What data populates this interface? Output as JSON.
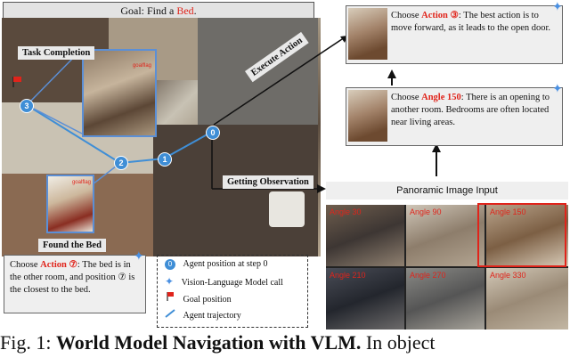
{
  "goal": {
    "prefix": "Goal: Find a ",
    "object": "Bed",
    "suffix": "."
  },
  "map_labels": {
    "task_completion": "Task Completion",
    "execute_action": "Execute Action",
    "getting_observation": "Getting Observation",
    "found_the_bed": "Found the Bed"
  },
  "nodes": [
    "0",
    "1",
    "2",
    "3"
  ],
  "callout_bottom": {
    "pre": "Choose ",
    "action": "Action ⑦",
    "post": ": The bed is in the other room, and position ⑦ is the closest to the bed."
  },
  "callout_top": {
    "pre": "Choose ",
    "action": "Action ③",
    "post": ": The best action is to move forward, as it leads to the open door."
  },
  "callout_mid": {
    "pre": "Choose ",
    "angle": "Angle 150",
    "post": ": There is an opening to another room. Bedrooms are often located near living areas."
  },
  "legend": {
    "agent_position": "Agent position at step 0",
    "agent_position_glyph": "0",
    "vlm_call": "Vision-Language Model call",
    "goal_position": "Goal position",
    "agent_trajectory": "Agent trajectory"
  },
  "panorama": {
    "title": "Panoramic Image Input",
    "angles": [
      "Angle 30",
      "Angle 90",
      "Angle 150",
      "Angle 210",
      "Angle 270",
      "Angle 330"
    ]
  },
  "goalflag_text": "goalflag",
  "caption": {
    "prefix": "Fig. 1: ",
    "bold": "World Model Navigation with VLM.",
    "rest": " In object"
  },
  "colors": {
    "accent_red": "#e0241b",
    "node_blue": "#3f8ed6",
    "frame_blue": "#5b8fd6"
  }
}
